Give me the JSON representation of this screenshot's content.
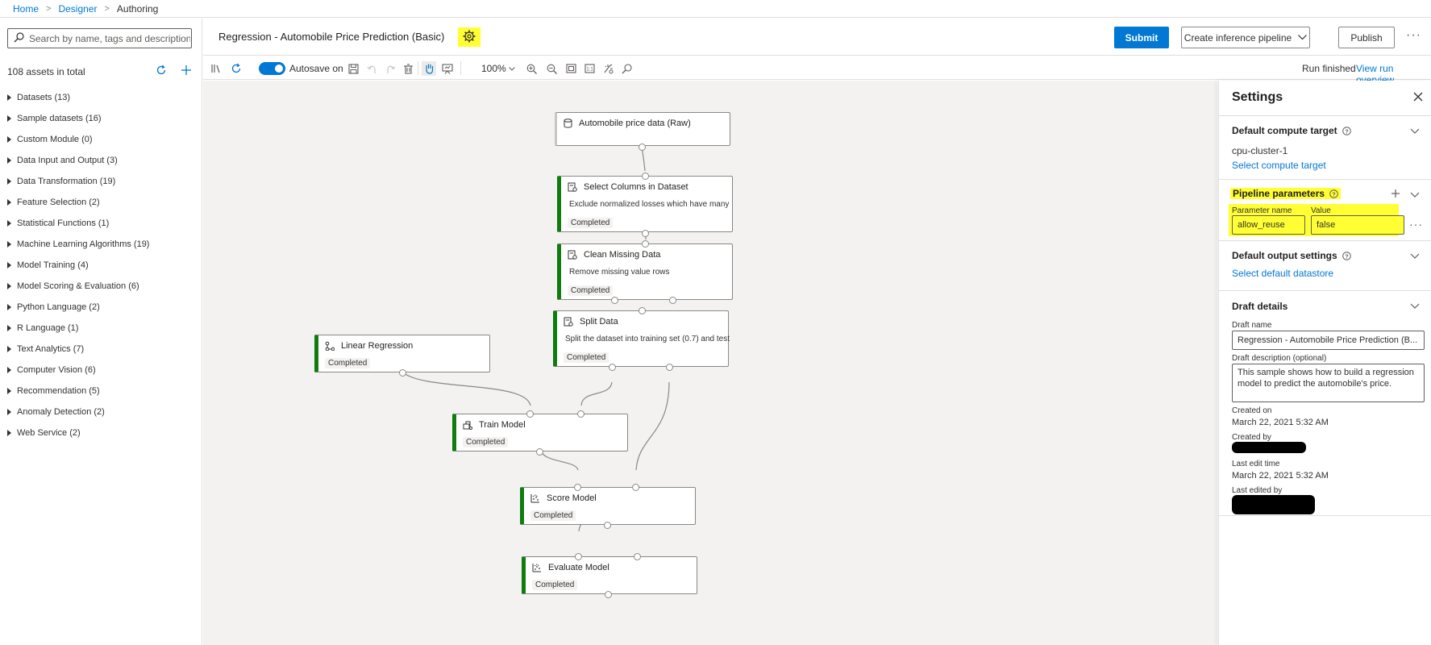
{
  "breadcrumb": {
    "home": "Home",
    "designer": "Designer",
    "current": "Authoring"
  },
  "search": {
    "placeholder": "Search by name, tags and description"
  },
  "assets": {
    "count_label": "108 assets in total",
    "categories": [
      "Datasets (13)",
      "Sample datasets (16)",
      "Custom Module (0)",
      "Data Input and Output (3)",
      "Data Transformation (19)",
      "Feature Selection (2)",
      "Statistical Functions (1)",
      "Machine Learning Algorithms (19)",
      "Model Training (4)",
      "Model Scoring & Evaluation (6)",
      "Python Language (2)",
      "R Language (1)",
      "Text Analytics (7)",
      "Computer Vision (6)",
      "Recommendation (5)",
      "Anomaly Detection (2)",
      "Web Service (2)"
    ]
  },
  "header": {
    "title": "Regression - Automobile Price Prediction (Basic)",
    "submit": "Submit",
    "create_inference": "Create inference pipeline",
    "publish": "Publish",
    "more": "···"
  },
  "toolbar": {
    "autosave_label": "Autosave on",
    "autosave_on": true,
    "zoom": "100%",
    "run_status": "Run finished",
    "run_link": "View run overview"
  },
  "nodes": {
    "raw_data": {
      "title": "Automobile price data (Raw)"
    },
    "select_columns": {
      "title": "Select Columns in Dataset",
      "desc": "Exclude normalized losses which have many",
      "status": "Completed"
    },
    "clean_missing": {
      "title": "Clean Missing Data",
      "desc": "Remove missing value rows",
      "status": "Completed"
    },
    "split_data": {
      "title": "Split Data",
      "desc": "Split the dataset into training set (0.7) and test",
      "status": "Completed"
    },
    "linear_regression": {
      "title": "Linear Regression",
      "status": "Completed"
    },
    "train_model": {
      "title": "Train Model",
      "status": "Completed"
    },
    "score_model": {
      "title": "Score Model",
      "status": "Completed"
    },
    "evaluate_model": {
      "title": "Evaluate Model",
      "status": "Completed"
    }
  },
  "settings": {
    "title": "Settings",
    "compute": {
      "heading": "Default compute target",
      "value": "cpu-cluster-1",
      "link": "Select compute target"
    },
    "params": {
      "heading": "Pipeline parameters",
      "name_label": "Parameter name",
      "value_label": "Value",
      "name_value": "allow_reuse",
      "value_value": "false",
      "more": "···"
    },
    "output": {
      "heading": "Default output settings",
      "link": "Select default datastore"
    },
    "draft": {
      "heading": "Draft details",
      "name_label": "Draft name",
      "name_value": "Regression - Automobile Price Prediction (B...",
      "desc_label": "Draft description (optional)",
      "desc_value": "This sample shows how to build a regression model to predict the automobile's price.",
      "created_on_label": "Created on",
      "created_on": "March 22, 2021 5:32 AM",
      "created_by_label": "Created by",
      "last_edit_label": "Last edit time",
      "last_edit": "March 22, 2021 5:32 AM",
      "last_edited_by_label": "Last edited by"
    }
  },
  "colors": {
    "accent": "#0078d4",
    "completed": "#107c10",
    "highlight": "#ffff33",
    "canvas": "#f3f2f1"
  },
  "icons": {
    "search": "search-icon",
    "refresh": "refresh-icon",
    "add": "plus-icon",
    "gear": "gear-icon",
    "chevron": "chevron-down-icon",
    "close": "close-icon",
    "info": "info-icon"
  }
}
